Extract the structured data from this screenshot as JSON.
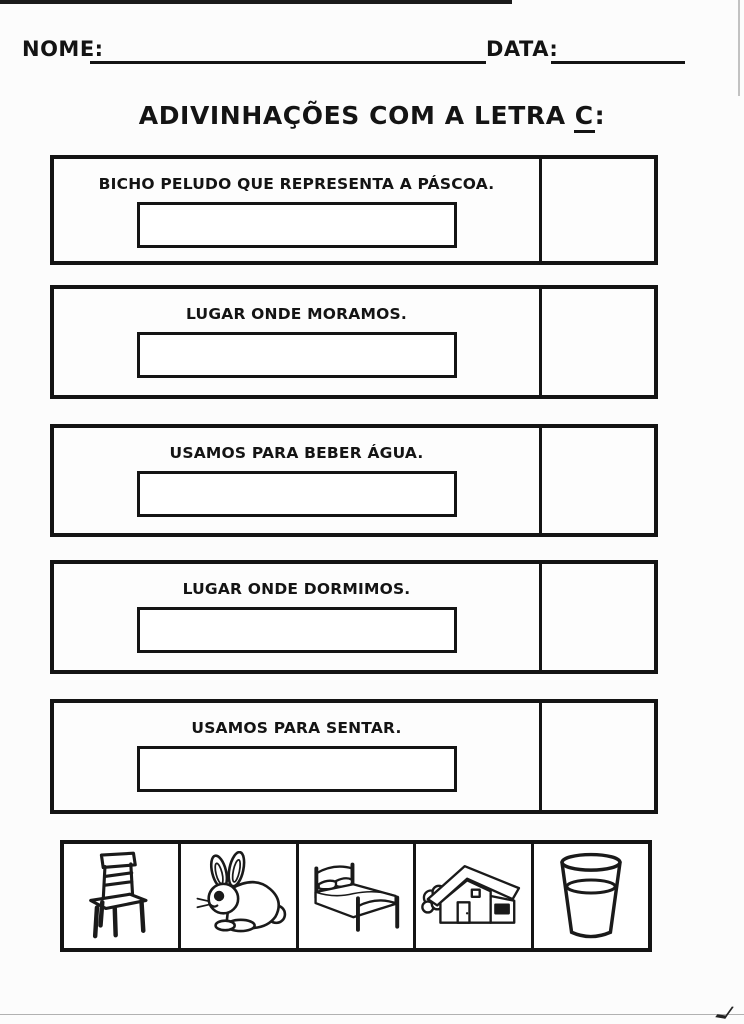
{
  "header": {
    "name_label": "NOME:",
    "date_label": "DATA:"
  },
  "title": {
    "prefix": "ADIVINHAÇÕES COM A LETRA",
    "underlined_letter": "C",
    "suffix": ":"
  },
  "riddles": [
    {
      "text": "BICHO PELUDO QUE REPRESENTA A PÁSCOA."
    },
    {
      "text": "LUGAR ONDE MORAMOS."
    },
    {
      "text": "USAMOS PARA BEBER ÁGUA."
    },
    {
      "text": "LUGAR ONDE DORMIMOS."
    },
    {
      "text": "USAMOS PARA SENTAR."
    }
  ],
  "picture_bank": {
    "icons": [
      {
        "icon": "chair-icon"
      },
      {
        "icon": "rabbit-icon"
      },
      {
        "icon": "bed-icon"
      },
      {
        "icon": "house-icon"
      },
      {
        "icon": "glass-icon"
      }
    ]
  },
  "colors": {
    "ink": "#141414",
    "paper": "#fcfcfc",
    "line_art": "#1a1a1a"
  }
}
